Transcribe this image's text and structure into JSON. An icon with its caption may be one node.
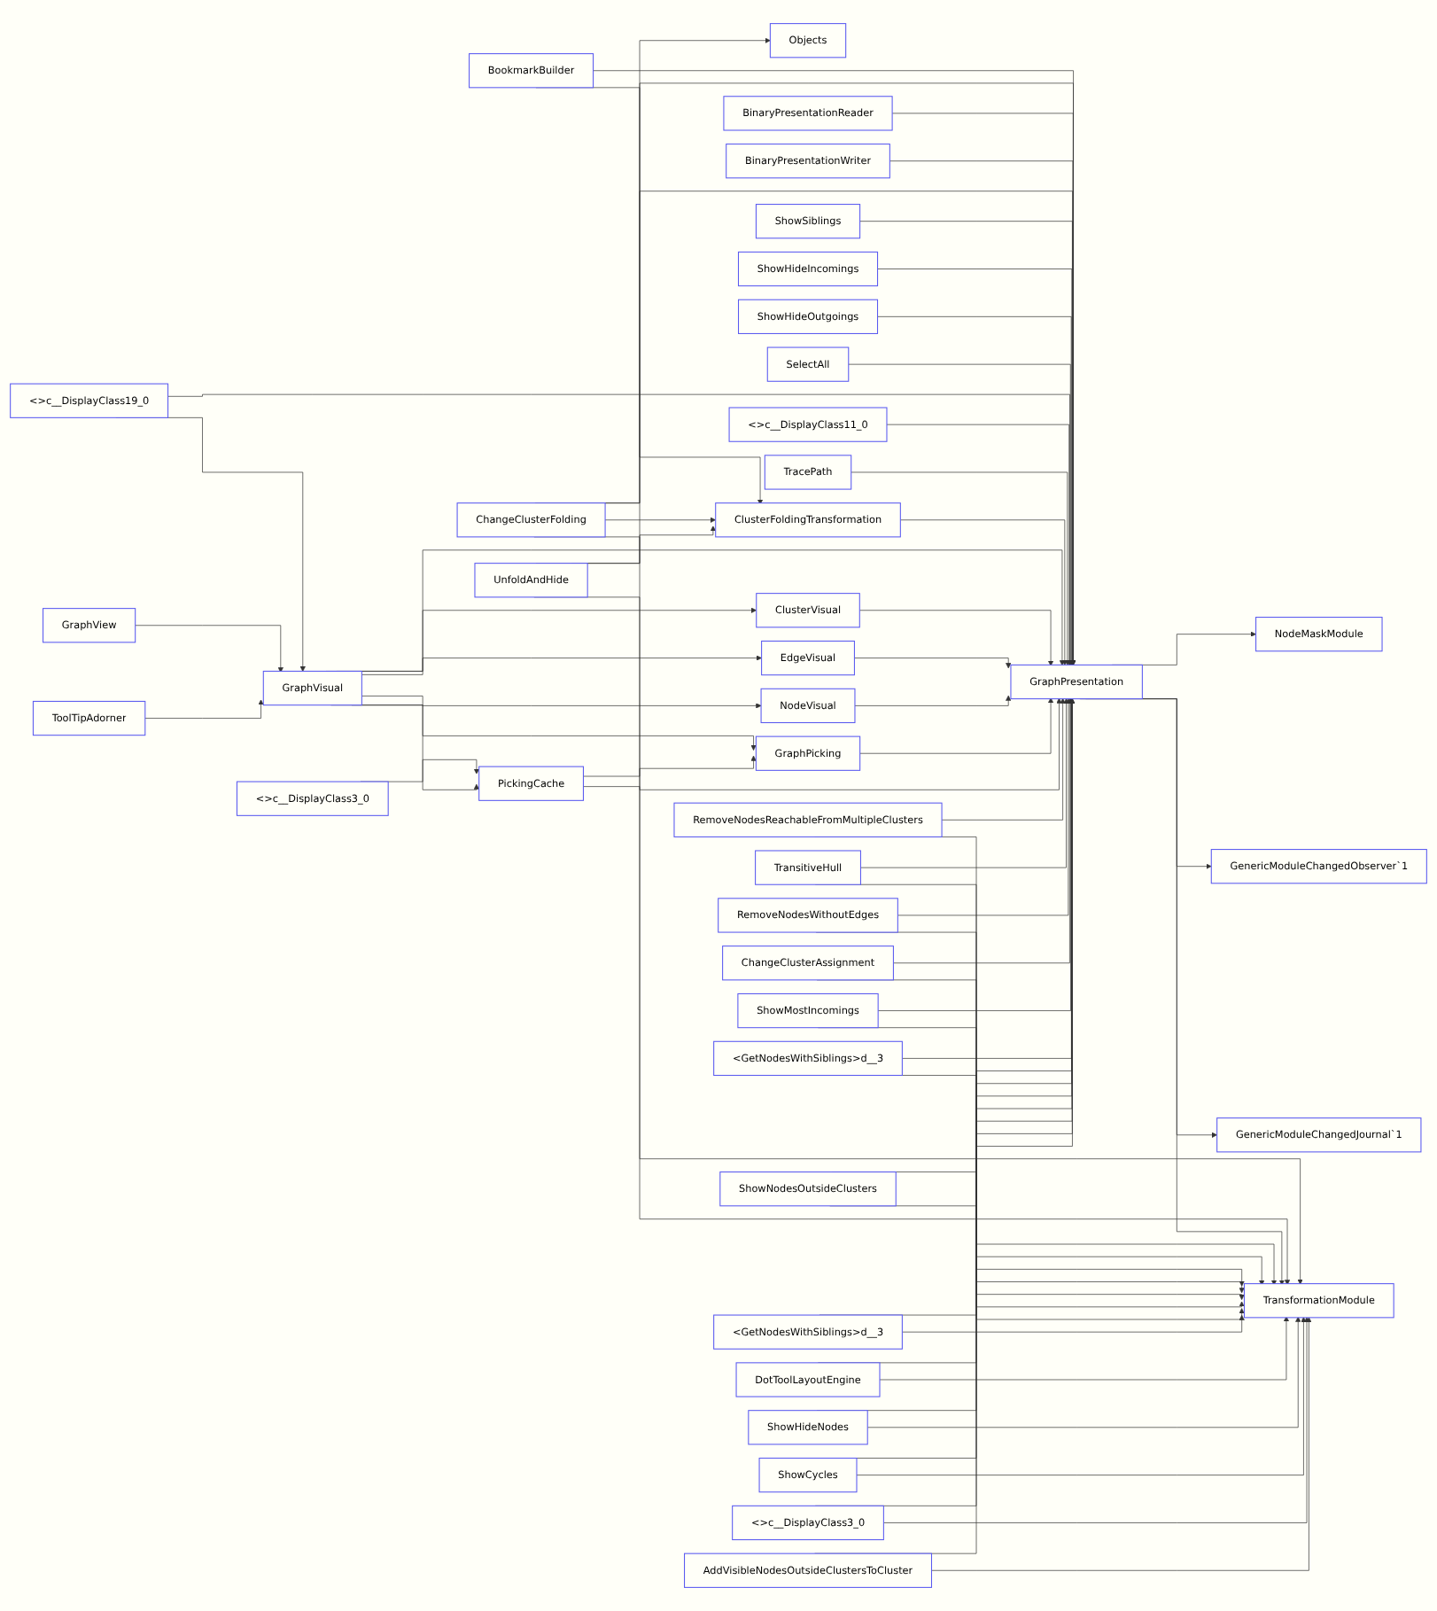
{
  "diagram": {
    "nodes": [
      {
        "text": [
          "BookmarkBuilder"
        ]
      },
      {
        "text": [
          "ChangeClusterFolding"
        ]
      },
      {
        "text": [
          "Objects"
        ]
      },
      {
        "text": [
          "ClusterFoldingTransformation"
        ]
      },
      {
        "text": [
          "BinaryPresentationReader"
        ]
      },
      {
        "text": [
          "BinaryPresentationWriter"
        ]
      },
      {
        "text": [
          "UnfoldAndHide"
        ]
      },
      {
        "text": [
          "ShowSiblings"
        ]
      },
      {
        "text": [
          "ShowHideIncomings"
        ]
      },
      {
        "text": [
          "ShowHideOutgoings"
        ]
      },
      {
        "text": [
          "SelectAll"
        ]
      },
      {
        "text": [
          "<>c__DisplayClass19_0"
        ]
      },
      {
        "text": [
          "<>c__DisplayClass11_0"
        ]
      },
      {
        "text": [
          "TracePath"
        ]
      },
      {
        "text": [
          "GraphPresentation"
        ]
      },
      {
        "text": [
          "NodeMaskModule"
        ]
      },
      {
        "text": [
          "GenericModuleChangedObserver`1"
        ]
      },
      {
        "text": [
          "GenericModuleChangedJournal`1"
        ]
      },
      {
        "text": [
          "GraphView"
        ]
      },
      {
        "text": [
          "GraphVisual"
        ]
      },
      {
        "text": [
          "ClusterVisual"
        ]
      },
      {
        "text": [
          "EdgeVisual"
        ]
      },
      {
        "text": [
          "NodeVisual"
        ]
      },
      {
        "text": [
          "GraphPicking"
        ]
      },
      {
        "text": [
          "PickingCache"
        ]
      },
      {
        "text": [
          "<>c__DisplayClass3_0"
        ]
      },
      {
        "text": [
          "ToolTipAdorner"
        ]
      },
      {
        "text": [
          "RemoveNodesReachableFromMultipleClusters"
        ]
      },
      {
        "text": [
          "TransitiveHull"
        ]
      },
      {
        "text": [
          "RemoveNodesWithoutEdges"
        ]
      },
      {
        "text": [
          "ChangeClusterAssignment"
        ]
      },
      {
        "text": [
          "ShowMostIncomings"
        ]
      },
      {
        "text": [
          "<GetNodesWithSiblings>d__3"
        ]
      },
      {
        "text": [
          "ShowNodesOutsideClusters"
        ]
      },
      {
        "text": [
          "<GetNodesWithSiblings>d__3"
        ]
      },
      {
        "text": [
          "TransformationModule"
        ]
      },
      {
        "text": [
          "DotToolLayoutEngine"
        ]
      },
      {
        "text": [
          "ShowHideNodes"
        ]
      },
      {
        "text": [
          "ShowCycles"
        ]
      },
      {
        "text": [
          "<>c__DisplayClass3_0"
        ]
      },
      {
        "text": [
          "AddVisibleNodesOutsideClustersToCluster"
        ]
      }
    ],
    "edges": [
      {
        "from": 25,
        "to": 24,
        "arrow": "to"
      },
      {
        "from": 0,
        "to": 3,
        "arrow": "to"
      },
      {
        "from": 0,
        "to": 14,
        "arrow": "to"
      },
      {
        "from": 1,
        "to": 3,
        "arrow": "to"
      },
      {
        "from": 1,
        "to": 2,
        "arrow": "to"
      },
      {
        "from": 1,
        "to": 14,
        "arrow": "to"
      },
      {
        "from": 1,
        "to": 35,
        "arrow": "to"
      },
      {
        "from": 4,
        "to": 14,
        "arrow": "to"
      },
      {
        "from": 5,
        "to": 14,
        "arrow": "to"
      },
      {
        "from": 6,
        "to": 3,
        "arrow": "to"
      },
      {
        "from": 6,
        "to": 14,
        "arrow": "to"
      },
      {
        "from": 6,
        "to": 35,
        "arrow": "to"
      },
      {
        "from": 7,
        "to": 14,
        "arrow": "to"
      },
      {
        "from": 8,
        "to": 14,
        "arrow": "to"
      },
      {
        "from": 9,
        "to": 14,
        "arrow": "to"
      },
      {
        "from": 10,
        "to": 14,
        "arrow": "to"
      },
      {
        "from": 11,
        "to": 19,
        "arrow": "to"
      },
      {
        "from": 11,
        "to": 14,
        "arrow": "to"
      },
      {
        "from": 12,
        "to": 14,
        "arrow": "to"
      },
      {
        "from": 13,
        "to": 14,
        "arrow": "to"
      },
      {
        "from": 14,
        "to": 15,
        "arrow": "to"
      },
      {
        "from": 14,
        "to": 16,
        "arrow": "to"
      },
      {
        "from": 14,
        "to": 17,
        "arrow": "to"
      },
      {
        "from": 14,
        "to": 35,
        "arrow": "to"
      },
      {
        "from": 3,
        "to": 14,
        "arrow": "to"
      },
      {
        "from": 18,
        "to": 19,
        "arrow": "to"
      },
      {
        "from": 19,
        "to": 20,
        "arrow": "to"
      },
      {
        "from": 19,
        "to": 21,
        "arrow": "to"
      },
      {
        "from": 19,
        "to": 22,
        "arrow": "to"
      },
      {
        "from": 19,
        "to": 23,
        "arrow": "to"
      },
      {
        "from": 19,
        "to": 24,
        "arrow": "to"
      },
      {
        "from": 19,
        "to": 14,
        "arrow": "to"
      },
      {
        "from": 20,
        "to": 14,
        "arrow": "to"
      },
      {
        "from": 21,
        "to": 14,
        "arrow": "to"
      },
      {
        "from": 22,
        "to": 14,
        "arrow": "to"
      },
      {
        "from": 24,
        "to": 23,
        "arrow": "to"
      },
      {
        "from": 23,
        "to": 14,
        "arrow": "to"
      },
      {
        "from": 24,
        "to": 14,
        "arrow": "to"
      },
      {
        "from": 26,
        "to": 19,
        "arrow": "to"
      },
      {
        "from": 27,
        "to": 35,
        "arrow": "to"
      },
      {
        "from": 28,
        "to": 35,
        "arrow": "to"
      },
      {
        "from": 29,
        "to": 35,
        "arrow": "to"
      },
      {
        "from": 30,
        "to": 35,
        "arrow": "to"
      },
      {
        "from": 31,
        "to": 35,
        "arrow": "to"
      },
      {
        "from": 32,
        "to": 35,
        "arrow": "to"
      },
      {
        "from": 33,
        "to": 35,
        "arrow": "to"
      },
      {
        "from": 34,
        "to": 35,
        "arrow": "to"
      },
      {
        "from": 36,
        "to": 35,
        "arrow": "to"
      },
      {
        "from": 37,
        "to": 35,
        "arrow": "to"
      },
      {
        "from": 38,
        "to": 35,
        "arrow": "to"
      },
      {
        "from": 39,
        "to": 35,
        "arrow": "to"
      },
      {
        "from": 40,
        "to": 35,
        "arrow": "to"
      },
      {
        "from": 27,
        "to": 14,
        "arrow": "to"
      },
      {
        "from": 28,
        "to": 14,
        "arrow": "to"
      },
      {
        "from": 29,
        "to": 14,
        "arrow": "to"
      },
      {
        "from": 30,
        "to": 14,
        "arrow": "to"
      },
      {
        "from": 31,
        "to": 14,
        "arrow": "to"
      },
      {
        "from": 32,
        "to": 14,
        "arrow": "to"
      },
      {
        "from": 33,
        "to": 14,
        "arrow": "to"
      },
      {
        "from": 34,
        "to": 14,
        "arrow": "to"
      },
      {
        "from": 36,
        "to": 14,
        "arrow": "to"
      },
      {
        "from": 37,
        "to": 14,
        "arrow": "to"
      },
      {
        "from": 38,
        "to": 14,
        "arrow": "to"
      },
      {
        "from": 39,
        "to": 14,
        "arrow": "to"
      },
      {
        "from": 40,
        "to": 14,
        "arrow": "to"
      }
    ]
  }
}
